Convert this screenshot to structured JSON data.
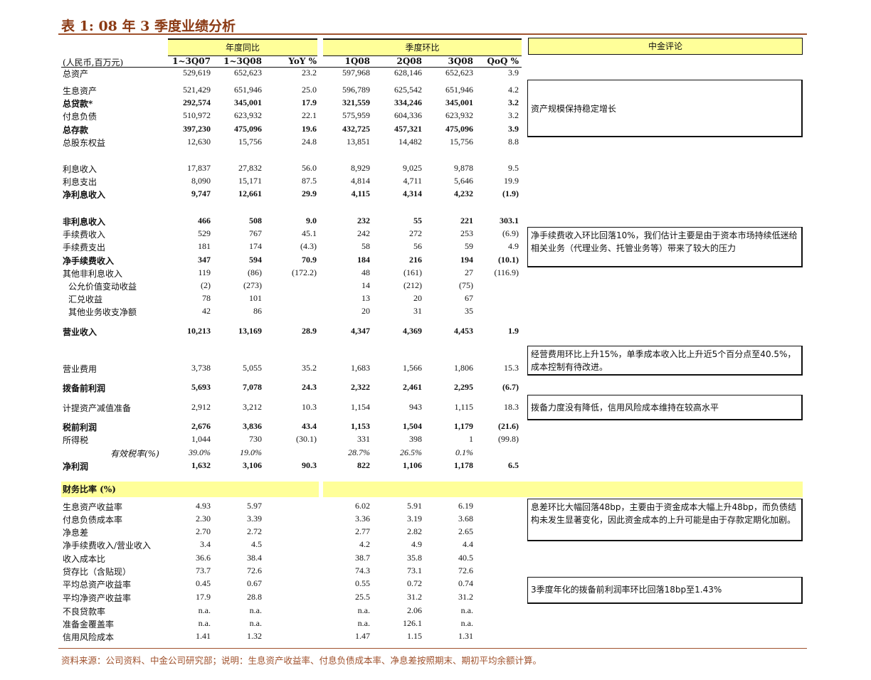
{
  "title": "表 1:  08 年 3 季度业绩分析",
  "groups": {
    "yoy": "年度同比",
    "qoq": "季度环比",
    "comment": "中金评论"
  },
  "headers": {
    "unit": "(人民币,百万元)",
    "cols": [
      "1~3Q07",
      "1~3Q08",
      "YoY %",
      "1Q08",
      "2Q08",
      "3Q08",
      "QoQ %"
    ]
  },
  "rows": [
    {
      "label": "总资产",
      "v": [
        "529,619",
        "652,623",
        "23.2",
        "597,968",
        "628,146",
        "652,623",
        "3.9"
      ]
    },
    {
      "label": "生息资产",
      "v": [
        "521,429",
        "651,946",
        "25.0",
        "596,789",
        "625,542",
        "651,946",
        "4.2"
      ]
    },
    {
      "label": "总贷款*",
      "bold": true,
      "v": [
        "292,574",
        "345,001",
        "17.9",
        "321,559",
        "334,246",
        "345,001",
        "3.2"
      ]
    },
    {
      "label": "付息负债",
      "v": [
        "510,972",
        "623,932",
        "22.1",
        "575,959",
        "604,336",
        "623,932",
        "3.2"
      ]
    },
    {
      "label": "总存款",
      "bold": true,
      "v": [
        "397,230",
        "475,096",
        "19.6",
        "432,725",
        "457,321",
        "475,096",
        "3.9"
      ]
    },
    {
      "label": "总股东权益",
      "v": [
        "12,630",
        "15,756",
        "24.8",
        "13,851",
        "14,482",
        "15,756",
        "8.8"
      ]
    },
    {
      "label": "利息收入",
      "v": [
        "17,837",
        "27,832",
        "56.0",
        "8,929",
        "9,025",
        "9,878",
        "9.5"
      ]
    },
    {
      "label": "利息支出",
      "v": [
        "8,090",
        "15,171",
        "87.5",
        "4,814",
        "4,711",
        "5,646",
        "19.9"
      ]
    },
    {
      "label": "净利息收入",
      "bold": true,
      "v": [
        "9,747",
        "12,661",
        "29.9",
        "4,115",
        "4,314",
        "4,232",
        "(1.9)"
      ]
    },
    {
      "label": "非利息收入",
      "bold": true,
      "v": [
        "466",
        "508",
        "9.0",
        "232",
        "55",
        "221",
        "303.1"
      ]
    },
    {
      "label": "手续费收入",
      "v": [
        "529",
        "767",
        "45.1",
        "242",
        "272",
        "253",
        "(6.9)"
      ]
    },
    {
      "label": "手续费支出",
      "v": [
        "181",
        "174",
        "(4.3)",
        "58",
        "56",
        "59",
        "4.9"
      ]
    },
    {
      "label": "净手续费收入",
      "bold": true,
      "v": [
        "347",
        "594",
        "70.9",
        "184",
        "216",
        "194",
        "(10.1)"
      ]
    },
    {
      "label": "其他非利息收入",
      "v": [
        "119",
        "(86)",
        "(172.2)",
        "48",
        "(161)",
        "27",
        "(116.9)"
      ]
    },
    {
      "label": "公允价值变动收益",
      "indent": true,
      "v": [
        "(2)",
        "(273)",
        "",
        "14",
        "(212)",
        "(75)",
        ""
      ]
    },
    {
      "label": "汇兑收益",
      "indent": true,
      "v": [
        "78",
        "101",
        "",
        "13",
        "20",
        "67",
        ""
      ]
    },
    {
      "label": "其他业务收支净额",
      "indent": true,
      "v": [
        "42",
        "86",
        "",
        "20",
        "31",
        "35",
        ""
      ]
    },
    {
      "label": "营业收入",
      "bold": true,
      "v": [
        "10,213",
        "13,169",
        "28.9",
        "4,347",
        "4,369",
        "4,453",
        "1.9"
      ]
    },
    {
      "label": "营业费用",
      "v": [
        "3,738",
        "5,055",
        "35.2",
        "1,683",
        "1,566",
        "1,806",
        "15.3"
      ]
    },
    {
      "label": "拨备前利润",
      "bold": true,
      "v": [
        "5,693",
        "7,078",
        "24.3",
        "2,322",
        "2,461",
        "2,295",
        "(6.7)"
      ]
    },
    {
      "label": "计提资产减值准备",
      "v": [
        "2,912",
        "3,212",
        "10.3",
        "1,154",
        "943",
        "1,115",
        "18.3"
      ]
    },
    {
      "label": "税前利润",
      "bold": true,
      "v": [
        "2,676",
        "3,836",
        "43.4",
        "1,153",
        "1,504",
        "1,179",
        "(21.6)"
      ]
    },
    {
      "label": "所得税",
      "v": [
        "1,044",
        "730",
        "(30.1)",
        "331",
        "398",
        "1",
        "(99.8)"
      ]
    },
    {
      "label": "有效税率(%)",
      "italic": true,
      "v": [
        "39.0%",
        "19.0%",
        "",
        "28.7%",
        "26.5%",
        "0.1%",
        ""
      ]
    },
    {
      "label": "净利润",
      "bold": true,
      "v": [
        "1,632",
        "3,106",
        "90.3",
        "822",
        "1,106",
        "1,178",
        "6.5"
      ]
    }
  ],
  "ratios_title": "财务比率 (%)",
  "ratios": [
    {
      "label": "生息资产收益率",
      "v": [
        "4.93",
        "5.97",
        "",
        "6.02",
        "5.91",
        "6.19",
        ""
      ]
    },
    {
      "label": "付息负债成本率",
      "v": [
        "2.30",
        "3.39",
        "",
        "3.36",
        "3.19",
        "3.68",
        ""
      ]
    },
    {
      "label": "净息差",
      "v": [
        "2.70",
        "2.72",
        "",
        "2.77",
        "2.82",
        "2.65",
        ""
      ]
    },
    {
      "label": "净手续费收入/营业收入",
      "v": [
        "3.4",
        "4.5",
        "",
        "4.2",
        "4.9",
        "4.4",
        ""
      ]
    },
    {
      "label": "收入成本比",
      "v": [
        "36.6",
        "38.4",
        "",
        "38.7",
        "35.8",
        "40.5",
        ""
      ]
    },
    {
      "label": "贷存比（含贴现）",
      "v": [
        "73.7",
        "72.6",
        "",
        "74.3",
        "73.1",
        "72.6",
        ""
      ]
    },
    {
      "label": "平均总资产收益率",
      "v": [
        "0.45",
        "0.67",
        "",
        "0.55",
        "0.72",
        "0.74",
        ""
      ]
    },
    {
      "label": "平均净资产收益率",
      "v": [
        "17.9",
        "28.8",
        "",
        "25.5",
        "31.2",
        "31.2",
        ""
      ]
    },
    {
      "label": "不良贷款率",
      "v": [
        "n.a.",
        "n.a.",
        "",
        "n.a.",
        "2.06",
        "n.a.",
        ""
      ]
    },
    {
      "label": "准备金覆盖率",
      "v": [
        "n.a.",
        "n.a.",
        "",
        "n.a.",
        "126.1",
        "n.a.",
        ""
      ]
    },
    {
      "label": "信用风险成本",
      "v": [
        "1.41",
        "1.32",
        "",
        "1.47",
        "1.15",
        "1.31",
        ""
      ]
    }
  ],
  "comments": [
    "资产规模保持稳定增长",
    "净手续费收入环比回落10%，我们估计主要是由于资本市场持续低迷给相关业务（代理业务、托管业务等）带来了较大的压力",
    "经营费用环比上升15%，单季成本收入比上升近5个百分点至40.5%，成本控制有待改进。",
    "拨备力度没有降低，信用风险成本维持在较高水平",
    "息差环比大幅回落48bp，主要由于资金成本大幅上升48bp，而负债结构未发生显著变化，因此资金成本的上升可能是由于存款定期化加剧。",
    "3季度年化的拨备前利润率环比回落18bp至1.43%"
  ],
  "footer": "资料来源：公司资料、中金公司研究部；说明：生息资产收益率、付息负债成本率、净息差按照期末、期初平均余额计算。"
}
